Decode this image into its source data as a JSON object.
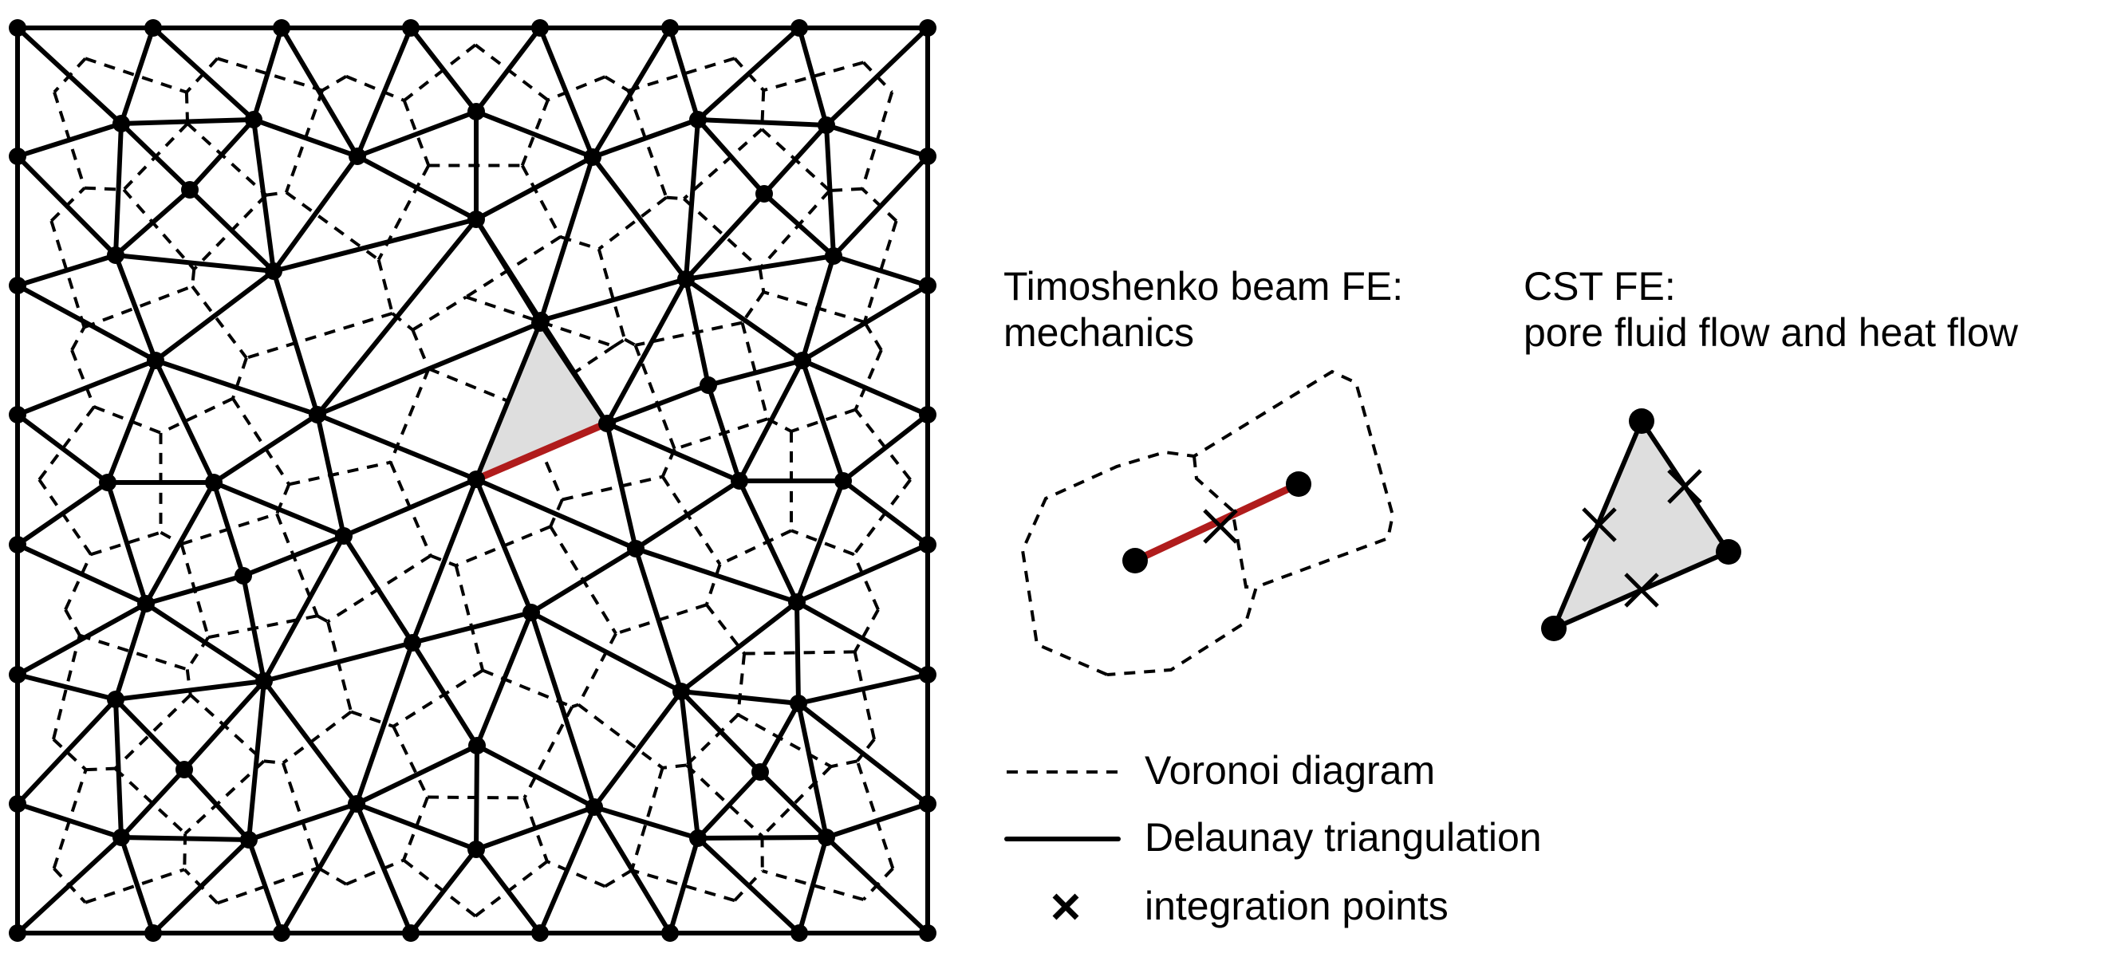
{
  "beam_panel": {
    "title_line1": "Timoshenko beam FE:",
    "title_line2": "mechanics"
  },
  "cst_panel": {
    "title_line1": "CST FE:",
    "title_line2": "pore fluid flow and heat flow"
  },
  "legend": {
    "voronoi": "Voronoi diagram",
    "delaunay": "Delaunay triangulation",
    "integration": "integration points"
  },
  "colors": {
    "beam_element": "#b01c1c",
    "shaded_cell": "#dedede",
    "lines": "#000000"
  }
}
